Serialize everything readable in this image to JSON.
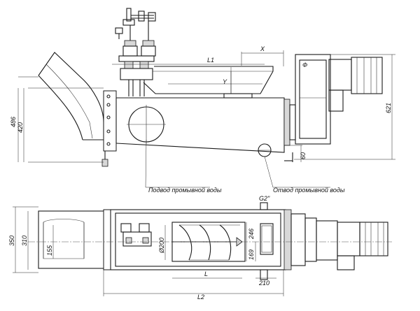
{
  "labels": {
    "wash_water_inlet": "Подвод промывной воды",
    "wash_water_outlet": "Отвод промывной воды",
    "pipe_g2": "G2\""
  },
  "dimensions": {
    "x": "X",
    "y": "Y",
    "l1": "L1",
    "l": "L",
    "l2": "L2",
    "d486": "486",
    "d420": "420",
    "d621": "621",
    "d60": "60",
    "d350": "350",
    "d310": "310",
    "d155": "155",
    "d200": "Ø200",
    "d246": "246",
    "d169": "169",
    "d210": "210"
  },
  "symbols": {
    "phi_mark": "Ф"
  }
}
